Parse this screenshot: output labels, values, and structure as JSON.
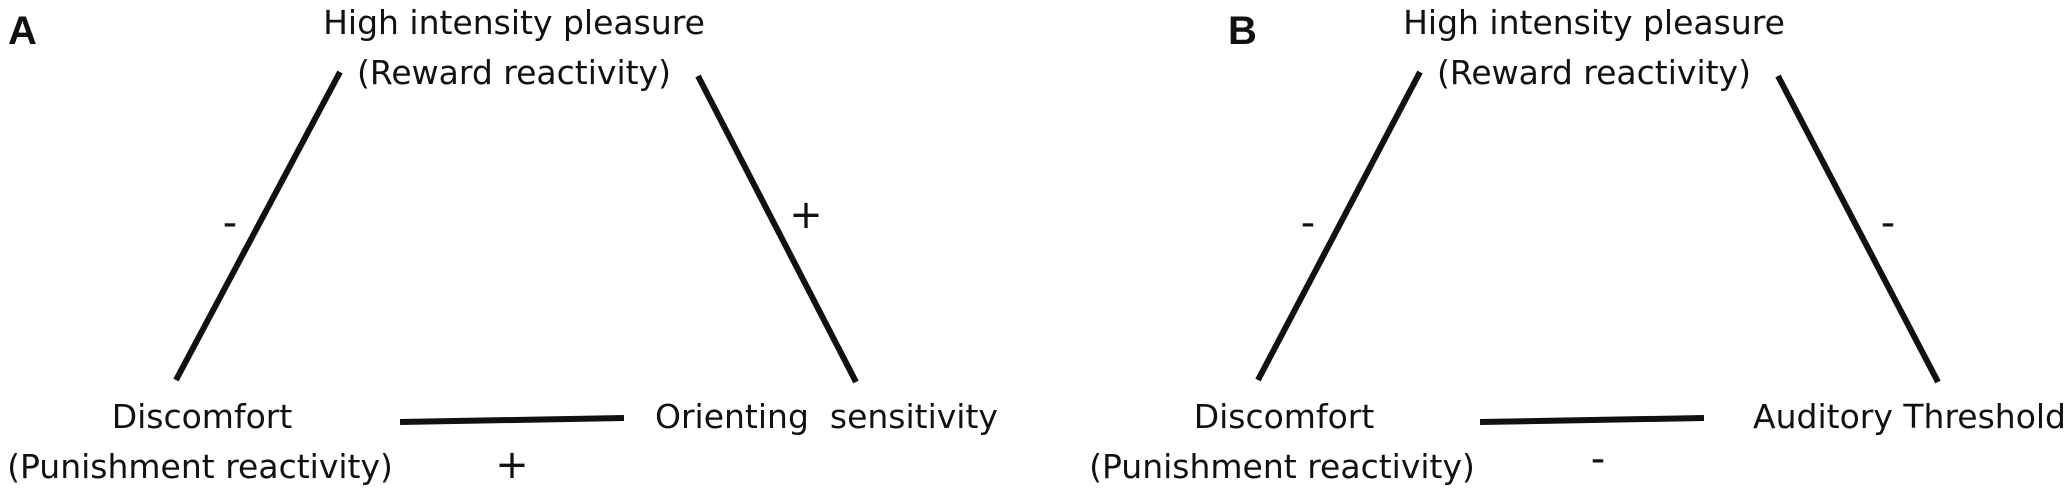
{
  "panels": [
    {
      "label": "A",
      "top_node": [
        "High intensity pleasure",
        "(Reward reactivity)"
      ],
      "left_node": [
        "Discomfort",
        "(Punishment reactivity)"
      ],
      "right_node": "Orienting  sensitivity",
      "edge_signs": {
        "top_left": "-",
        "top_right": "+",
        "bottom": "+"
      }
    },
    {
      "label": "B",
      "top_node": [
        "High intensity pleasure",
        "(Reward reactivity)"
      ],
      "left_node": [
        "Discomfort",
        "(Punishment reactivity)"
      ],
      "right_node": "Auditory Threshold",
      "edge_signs": {
        "top_left": "-",
        "top_right": "-",
        "bottom": "-"
      }
    }
  ],
  "colors": {
    "line": "#111111",
    "text": "#111111",
    "background": "#ffffff"
  }
}
